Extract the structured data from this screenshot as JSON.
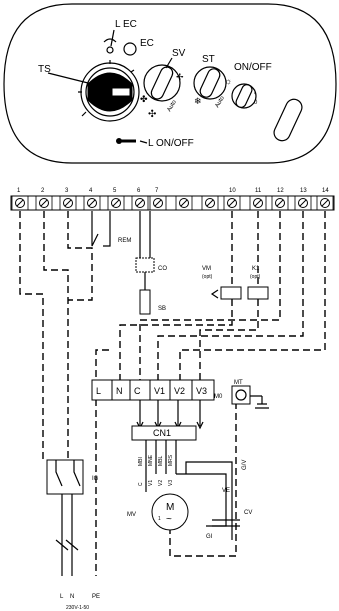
{
  "panel": {
    "labels": {
      "l_ec": "L EC",
      "ec": "EC",
      "sv": "SV",
      "st": "ST",
      "on_off": "ON/OFF",
      "ts": "TS",
      "l_on_off": "L ON/OFF",
      "auto_sv": "Auto",
      "auto_st": "Auto",
      "switch_on": "I",
      "switch_off": "0"
    }
  },
  "terminals": {
    "numbers": [
      "1",
      "2",
      "3",
      "4",
      "5",
      "6",
      "7",
      "10",
      "11",
      "12",
      "13",
      "14"
    ]
  },
  "components": {
    "rem": "REM",
    "co": "CO",
    "sb": "SB",
    "vm": "VM",
    "vm_opt": "(opt)",
    "k1": "K1",
    "k1_opt": "(opt)",
    "mt": "MT",
    "m0": "M0",
    "cn1": "CN1",
    "gv": "G/V",
    "ve": "VE",
    "cv": "CV",
    "gi": "GI",
    "mv": "MV",
    "motor_m": "M",
    "motor_1": "1",
    "ig": "IG"
  },
  "board_terminals": [
    "L",
    "N",
    "C",
    "V1",
    "V2",
    "V3"
  ],
  "motor_leads": [
    "C",
    "V1",
    "V2",
    "V3"
  ],
  "wire_colors": [
    "MBI",
    "MNE",
    "MBL",
    "MRS"
  ],
  "supply": {
    "l": "L",
    "n": "N",
    "pe": "PE",
    "rating": "230V-1-50"
  }
}
